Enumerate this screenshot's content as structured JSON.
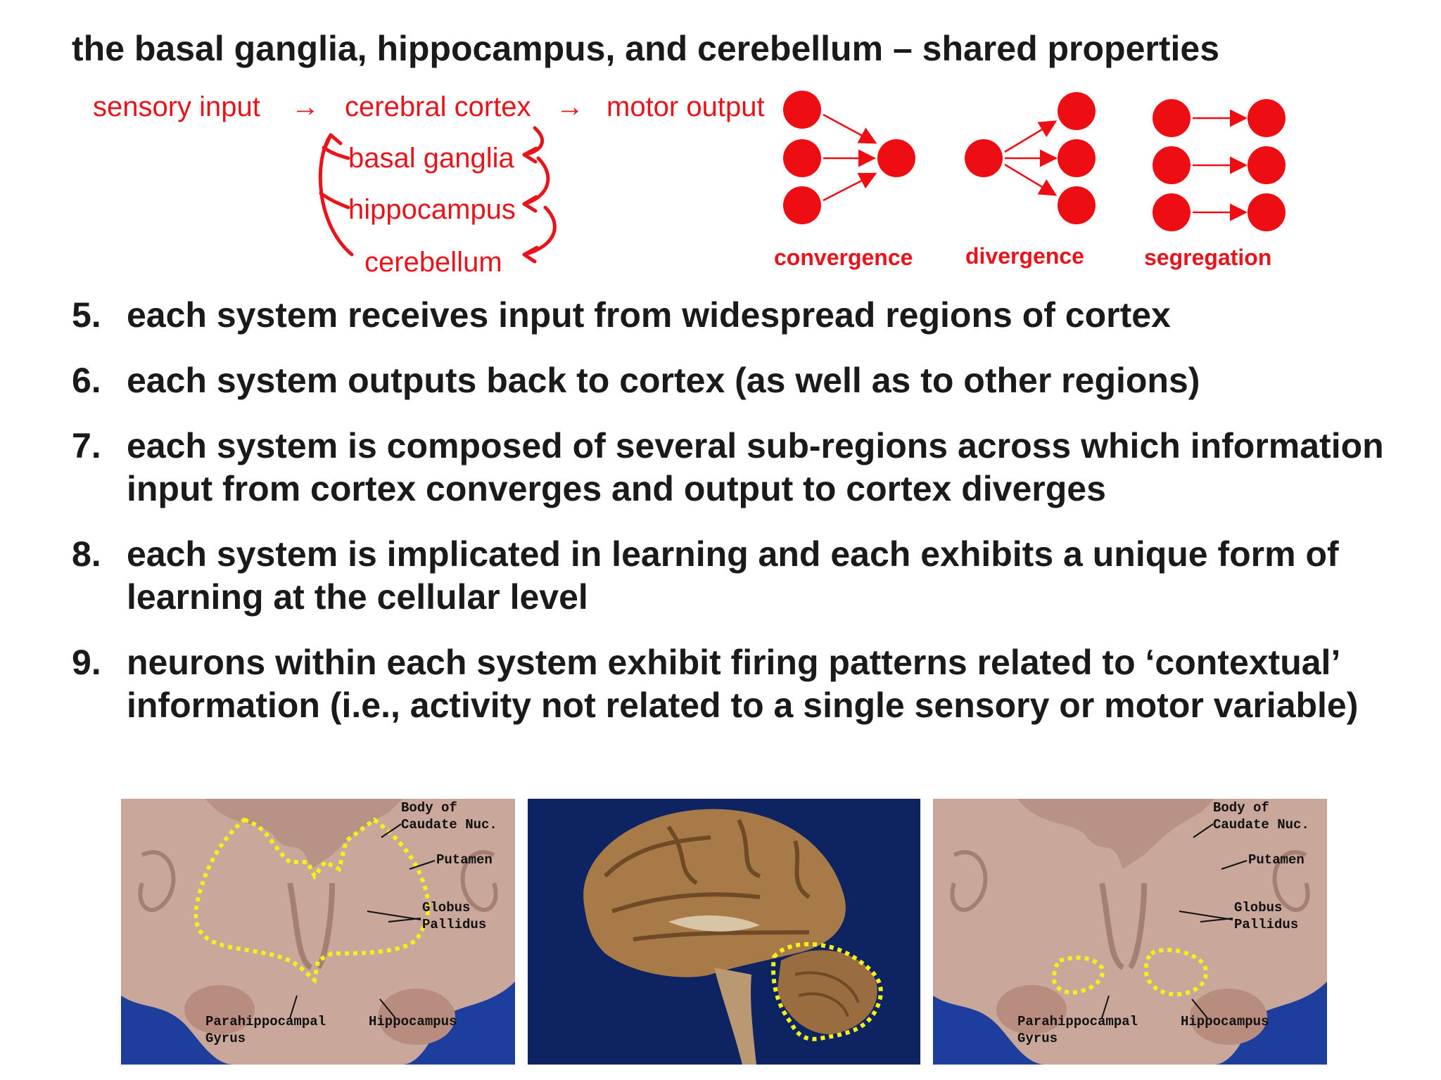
{
  "slide": {
    "title": "the basal ganglia, hippocampus, and cerebellum – shared properties"
  },
  "flow": {
    "sensory_input": "sensory input",
    "arrow_1": "→",
    "cerebral_cortex": "cerebral cortex",
    "arrow_2": "→",
    "motor_output": "motor output",
    "basal_ganglia": "basal ganglia",
    "hippocampus": "hippocampus",
    "cerebellum": "cerebellum"
  },
  "diagrams": {
    "convergence": "convergence",
    "divergence": "divergence",
    "segregation": "segregation",
    "node_color": "#ee0d12"
  },
  "properties": [
    {
      "number": "5.",
      "text": "each system receives input from widespread regions of cortex"
    },
    {
      "number": "6.",
      "text": "each system outputs back to cortex (as well as to other regions)"
    },
    {
      "number": "7.",
      "text": "each system is composed of several sub-regions across which information input from cortex converges and output to cortex diverges"
    },
    {
      "number": "8.",
      "text": "each system is implicated in learning and each exhibits a unique form of learning at the cellular level"
    },
    {
      "number": "9.",
      "text": "neurons within each system exhibit firing patterns related to ‘contextual’ information (i.e., activity not related to a single sensory or motor variable)"
    }
  ],
  "images": {
    "left": {
      "body_of": "Body of",
      "caudate": "Caudate Nuc.",
      "putamen": "Putamen",
      "globus": "Globus",
      "pallidus": "Pallidus",
      "parahippocampal": "Parahippocampal",
      "gyrus": "Gyrus",
      "hippocampus": "Hippocampus"
    },
    "right": {
      "body_of": "Body of",
      "caudate": "Caudate Nuc.",
      "putamen": "Putamen",
      "globus": "Globus",
      "pallidus": "Pallidus",
      "parahippocampal": "Parahippocampal",
      "gyrus": "Gyrus",
      "hippocampus": "Hippocampus"
    },
    "highlight_color": "#f3f01a",
    "background_color": "#1d3e9c",
    "middle_background_color": "#0e2462"
  }
}
